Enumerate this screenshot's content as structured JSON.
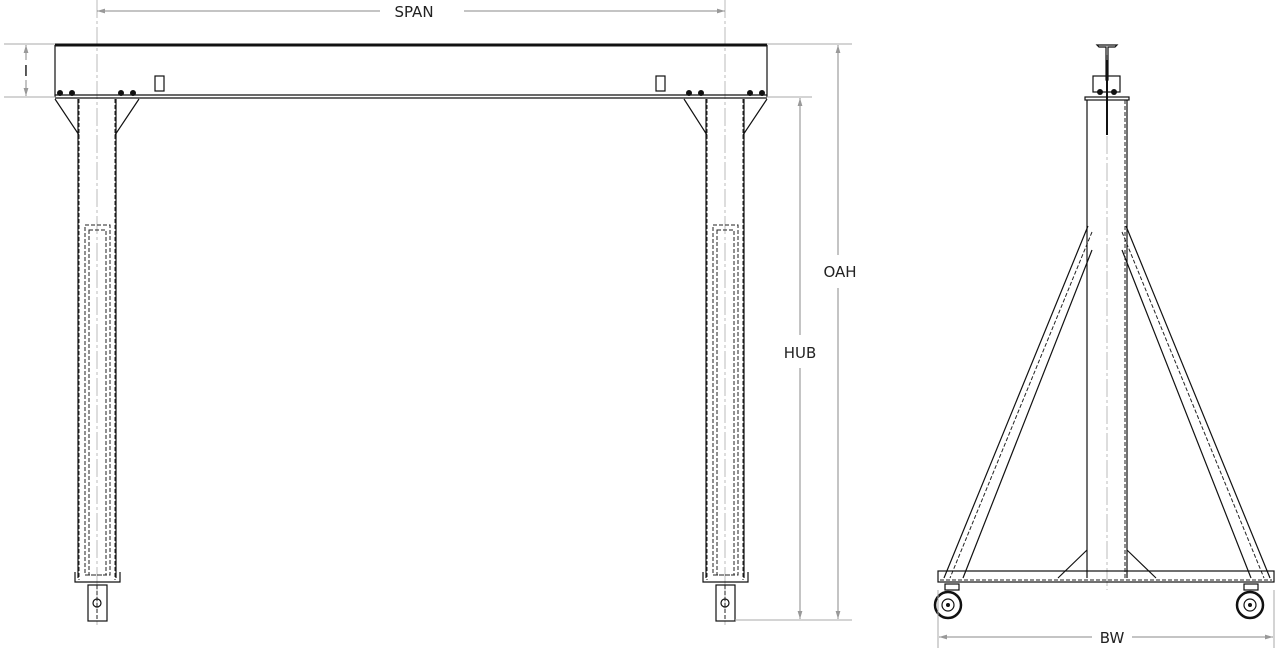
{
  "drawing": {
    "title": "Gantry crane dimension drawing",
    "front_view": {
      "labels": {
        "span": "SPAN",
        "beam_height": "I",
        "hub": "HUB",
        "oah": "OAH"
      }
    },
    "side_view": {
      "labels": {
        "base_width": "BW"
      }
    },
    "colors": {
      "line": "#111111",
      "dimension": "#888888",
      "background": "#ffffff"
    }
  }
}
